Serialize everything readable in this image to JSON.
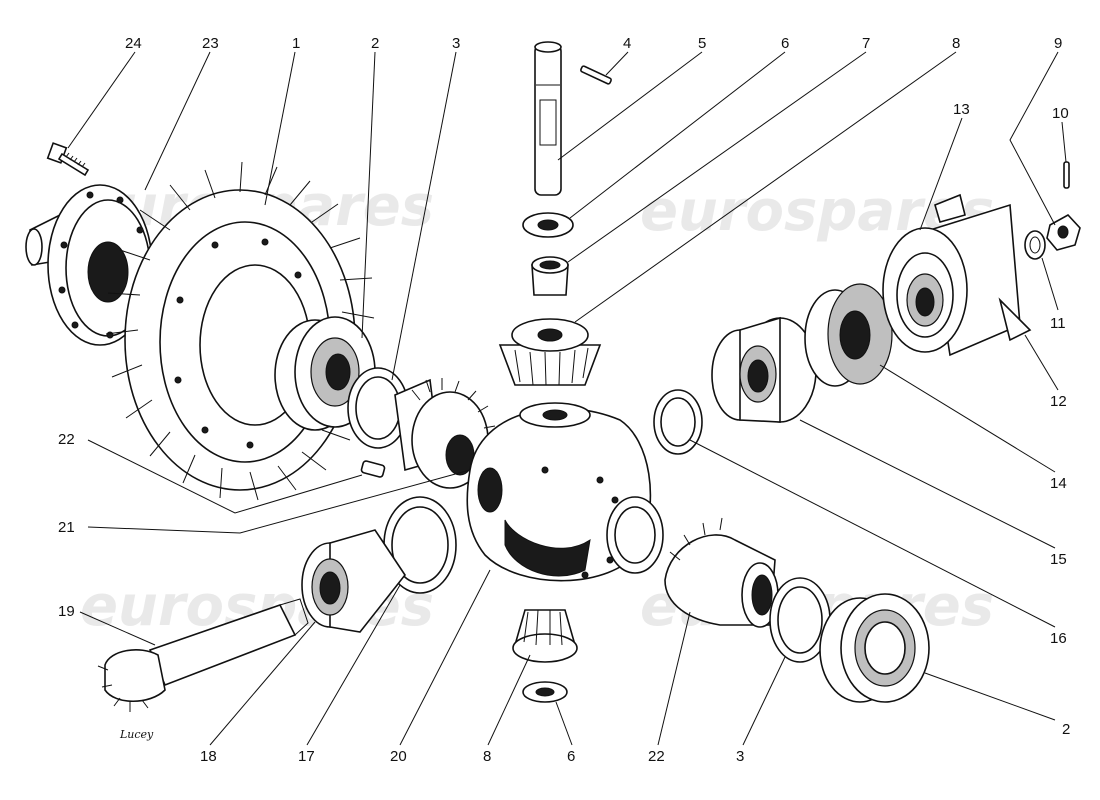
{
  "watermark": "eurospares",
  "signature": "Lucey",
  "callouts": {
    "c1": "1",
    "c2a": "2",
    "c2b": "2",
    "c3a": "3",
    "c3b": "3",
    "c4": "4",
    "c5": "5",
    "c6a": "6",
    "c6b": "6",
    "c7": "7",
    "c8a": "8",
    "c8b": "8",
    "c9": "9",
    "c10": "10",
    "c11": "11",
    "c12": "12",
    "c13": "13",
    "c14": "14",
    "c15": "15",
    "c16": "16",
    "c17": "17",
    "c18": "18",
    "c19": "19",
    "c20": "20",
    "c21": "21",
    "c22a": "22",
    "c22b": "22",
    "c23": "23",
    "c24": "24"
  }
}
